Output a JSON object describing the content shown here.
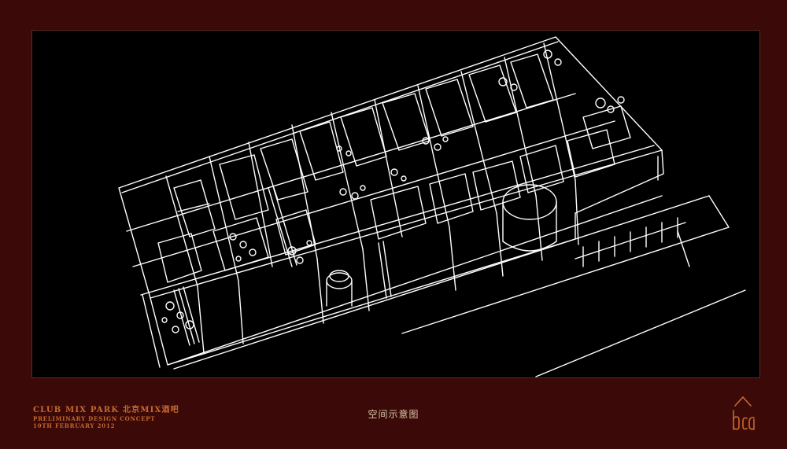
{
  "project": {
    "name": "CLUB  MIX  PARK",
    "name_cn": "北京MIX酒吧",
    "subtitle": "PRELIMINARY DESIGN CONCEPT",
    "date": "10TH FEBRUARY 2012"
  },
  "caption": "空间示意图",
  "logo": {
    "icon": "bca-monogram-icon",
    "color": "#c8692e"
  },
  "colors": {
    "background": "#3b0a08",
    "panel": "#000000",
    "line": "#ffffff",
    "accent": "#c8692e"
  }
}
